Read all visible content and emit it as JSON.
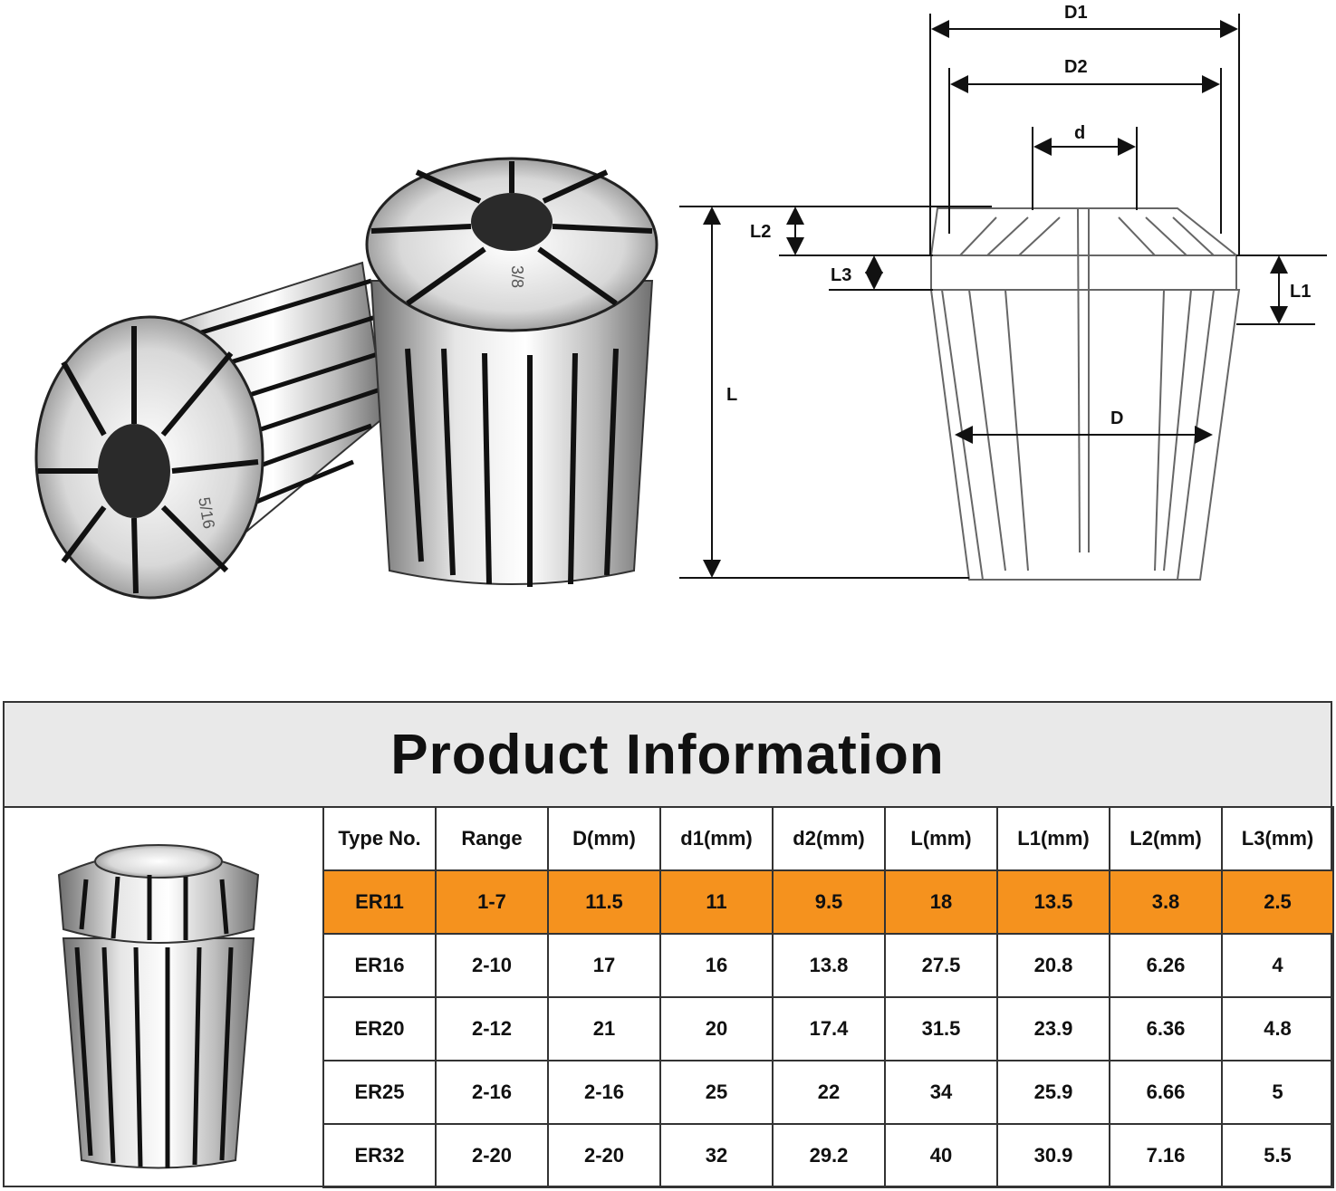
{
  "photo": {
    "left_collet_marking": "5/16",
    "right_collet_marking": "3/8"
  },
  "diagram": {
    "labels": {
      "D1": "D1",
      "D2": "D2",
      "d": "d",
      "L2": "L2",
      "L3": "L3",
      "L1": "L1",
      "L": "L",
      "D": "D"
    }
  },
  "product_info": {
    "title": "Product Information",
    "table": {
      "headers": [
        "Type No.",
        "Range",
        "D(mm)",
        "d1(mm)",
        "d2(mm)",
        "L(mm)",
        "L1(mm)",
        "L2(mm)",
        "L3(mm)"
      ],
      "rows": [
        [
          "ER11",
          "1-7",
          "11.5",
          "11",
          "9.5",
          "18",
          "13.5",
          "3.8",
          "2.5"
        ],
        [
          "ER16",
          "2-10",
          "17",
          "16",
          "13.8",
          "27.5",
          "20.8",
          "6.26",
          "4"
        ],
        [
          "ER20",
          "2-12",
          "21",
          "20",
          "17.4",
          "31.5",
          "23.9",
          "6.36",
          "4.8"
        ],
        [
          "ER25",
          "2-16",
          "2-16",
          "25",
          "22",
          "34",
          "25.9",
          "6.66",
          "5"
        ],
        [
          "ER32",
          "2-20",
          "2-20",
          "32",
          "29.2",
          "40",
          "30.9",
          "7.16",
          "5.5"
        ]
      ],
      "highlighted_row": 0
    }
  },
  "colors": {
    "highlight": "#f5921e",
    "header_bg": "#e9e9e9",
    "border": "#333333"
  }
}
